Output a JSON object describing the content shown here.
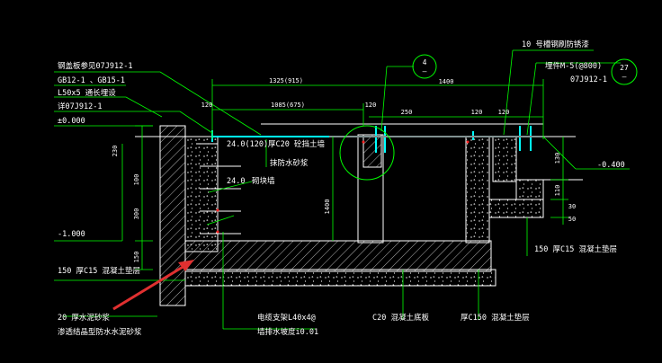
{
  "labels": {
    "rebar_detail": "钢盖板参见07J912-1",
    "gb_refs": "GB12-1  、GB15-1",
    "angle_steel": "L50x5  通长埋设",
    "detail_ref": "详07J912-1",
    "elev_top": "±0.000",
    "elev_low": "-1.000",
    "elev_right": "-0.400",
    "channel_steel": "10 号槽钢刷防锈漆",
    "embedded_part": "埋件M-5(@800)",
    "ref_right": "07J912-1",
    "call_4": "4",
    "call_4_sub": "—",
    "call_27": "27",
    "call_27_sub": "—",
    "wall": "厚C20 砼挡土墙",
    "waterproof": "抹防水砂浆",
    "layer_wall": "24.0(120)",
    "layer_mid": "24.0",
    "layer_brick": "砌块墙",
    "cushion_left": "150  厚C15  混凝土垫层",
    "plaster": "20 厚水泥砂浆",
    "crystal": "渗透结晶型防水水泥砂浆",
    "cable": "电缆支架L40x4@",
    "drain": "墙排水坡度i0.01",
    "base_slab": "C20  混凝土底板",
    "cushion_right": "厚C150 混凝土垫层",
    "cushion_right2": "150  厚C15  混凝土垫层"
  },
  "dimensions": {
    "d_1325": "1325(915)",
    "d_1085": "1085(675)",
    "d_120a": "120",
    "d_120b": "120",
    "d_1400": "1400",
    "d_120c": "120",
    "d_250": "250",
    "d_120d": "120",
    "d_230": "230",
    "d_100": "100",
    "d_300": "300",
    "d_150": "150",
    "d_130": "130",
    "d_110": "110",
    "d_30": "30",
    "d_50": "50",
    "d_1400v": "1400"
  },
  "colors": {
    "bg": "#000000",
    "green": "#00ff00",
    "white": "#ffffff",
    "yellow": "#ffff00",
    "cyan": "#00ffff",
    "red": "#ff2222",
    "arrow": "#e03030"
  }
}
